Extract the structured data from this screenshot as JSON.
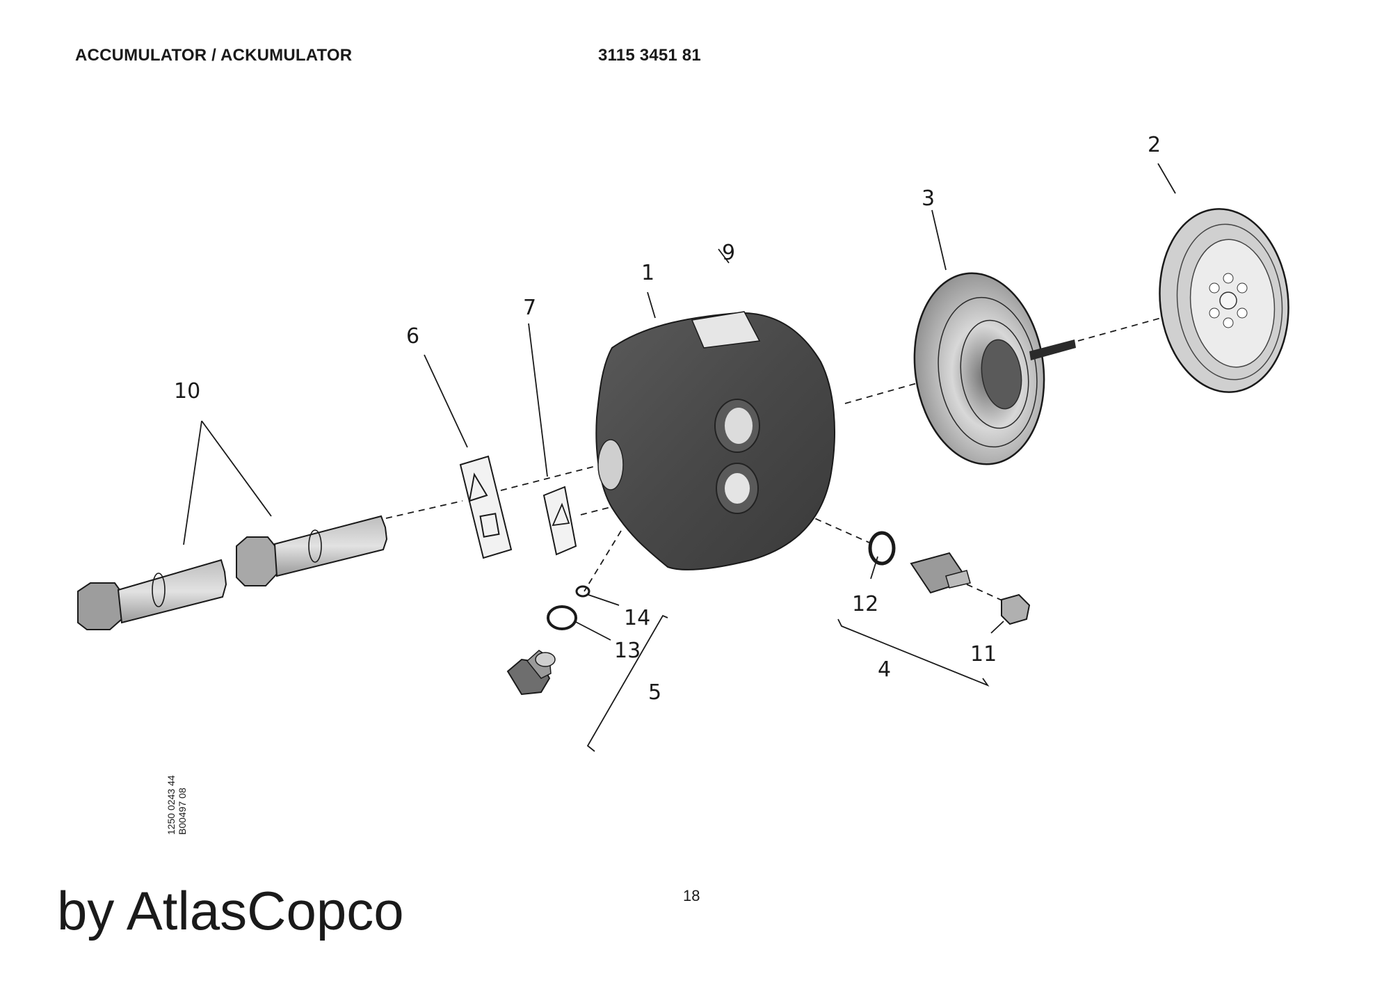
{
  "header": {
    "title": "ACCUMULATOR / ACKUMULATOR",
    "part_number": "3115 3451 81"
  },
  "reference_codes": [
    "1250 0243 44",
    "B00497 08"
  ],
  "page_number": "18",
  "brand": "by AtlasCopco",
  "callouts": {
    "c1": "1",
    "c2": "2",
    "c3": "3",
    "c4": "4",
    "c5": "5",
    "c6": "6",
    "c7": "7",
    "c9": "9",
    "c10": "10",
    "c11": "11",
    "c12": "12",
    "c13": "13",
    "c14": "14"
  }
}
